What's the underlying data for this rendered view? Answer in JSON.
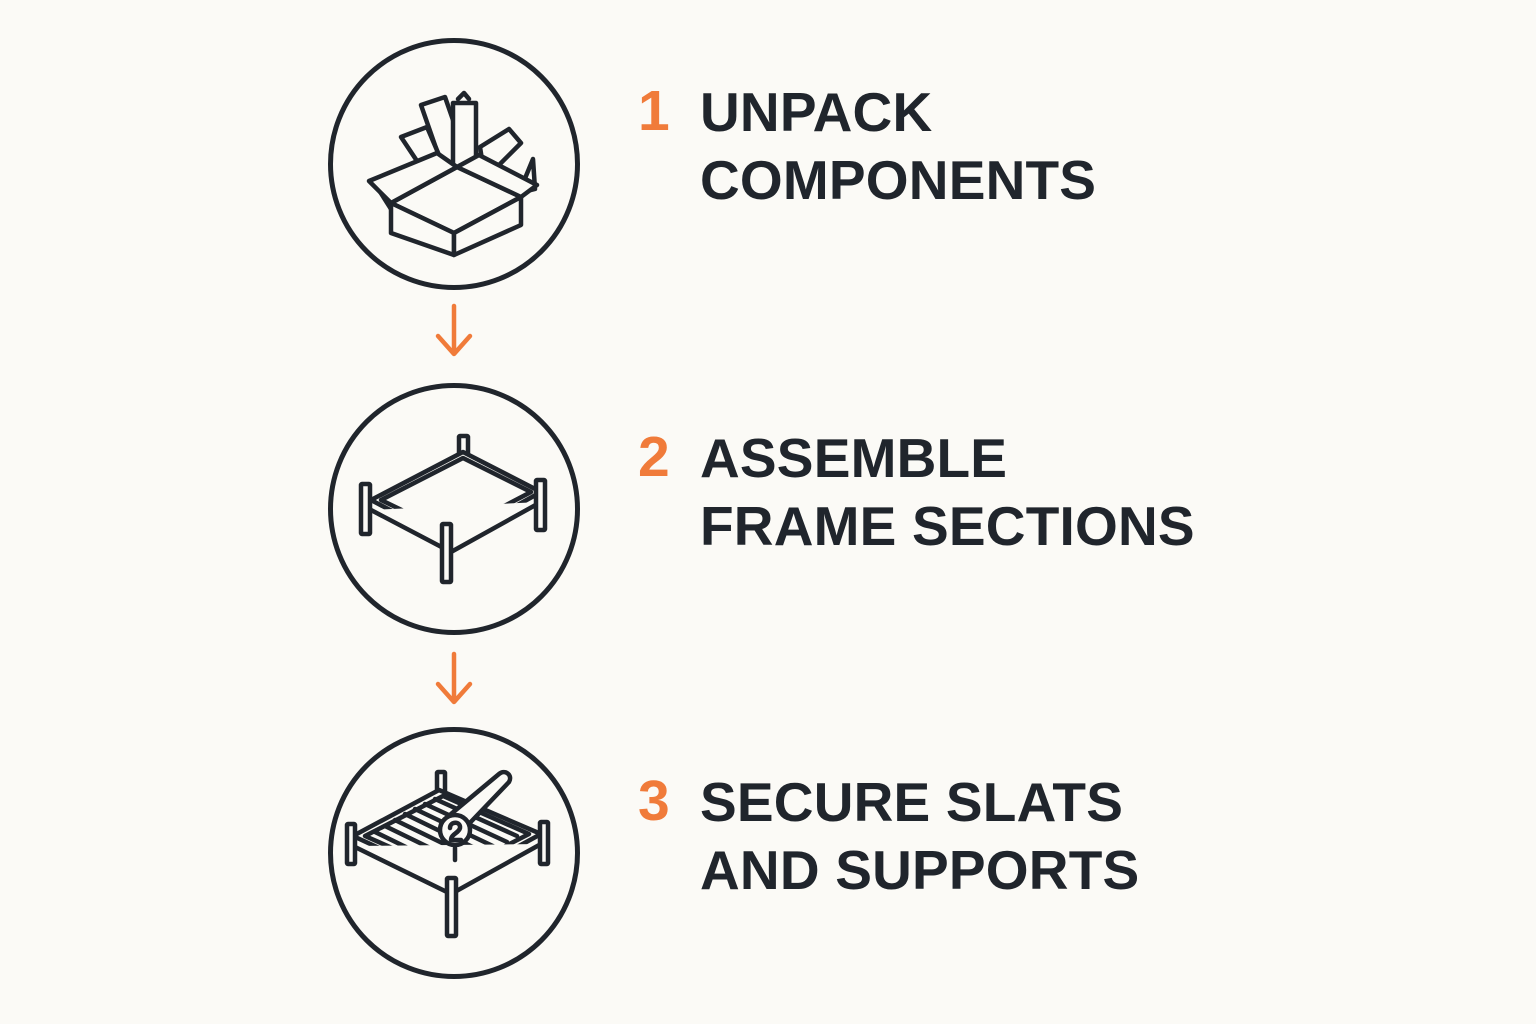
{
  "diagram": {
    "accent_color": "#f07b3a",
    "line_color": "#20252c",
    "background_color": "#fbfaf6",
    "steps": [
      {
        "number": "1",
        "line1": "UNPACK",
        "line2": "COMPONENTS",
        "icon": "open-box-with-boards-icon"
      },
      {
        "number": "2",
        "line1": "ASSEMBLE",
        "line2": "FRAME SECTIONS",
        "icon": "bed-frame-icon"
      },
      {
        "number": "3",
        "line1": "SECURE SLATS",
        "line2": "AND SUPPORTS",
        "icon": "bed-frame-with-slats-and-wrench-icon"
      }
    ],
    "connectors": [
      {
        "icon": "down-arrow-icon"
      },
      {
        "icon": "down-arrow-icon"
      }
    ]
  }
}
